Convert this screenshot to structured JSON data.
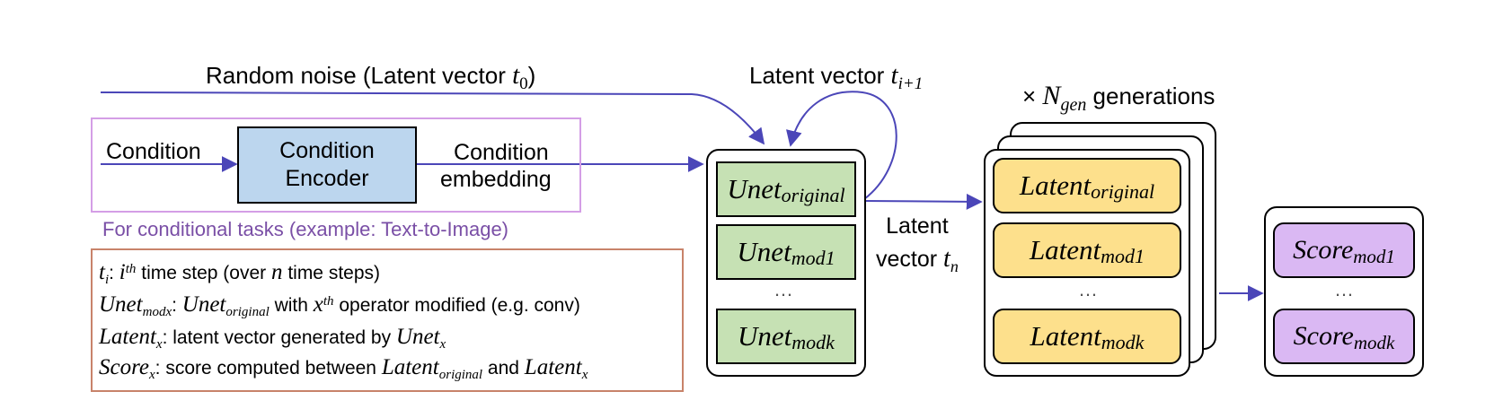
{
  "random_noise": {
    "label": "Random noise (Latent vector ",
    "var": "t",
    "sub": "0",
    "close": ")"
  },
  "latent_next": {
    "label": "Latent vector ",
    "var": "t",
    "sub": "i+1"
  },
  "generations": {
    "prefix": "×",
    "var": "N",
    "sub": "gen",
    "suffix": " generations"
  },
  "condition": "Condition",
  "encoder": {
    "line1": "Condition",
    "line2": "Encoder"
  },
  "embedding": {
    "line1": "Condition",
    "line2": "embedding"
  },
  "conditional_note": "For conditional tasks (example: Text-to-Image)",
  "latent_tn": {
    "line1": "Latent",
    "line2": "vector ",
    "var": "t",
    "sub": "n"
  },
  "unet": {
    "base": "Unet",
    "items": [
      {
        "sub": "original"
      },
      {
        "sub": "mod1"
      },
      {
        "sub": "modk"
      }
    ],
    "ellipsis": "…"
  },
  "latent": {
    "base": "Latent",
    "items": [
      {
        "sub": "original"
      },
      {
        "sub": "mod1"
      },
      {
        "sub": "modk"
      }
    ],
    "ellipsis": "…"
  },
  "score": {
    "base": "Score",
    "items": [
      {
        "sub": "mod1"
      },
      {
        "sub": "modk"
      }
    ],
    "ellipsis": "…"
  },
  "legend": {
    "l1": {
      "v": "t",
      "vsub": "i",
      "colon": ": ",
      "v2": "i",
      "v2sup": "th",
      "text": " time step (over ",
      "n": "n",
      "text2": " time steps)"
    },
    "l2": {
      "v": "Unet",
      "vsub": "modx",
      "colon": ": ",
      "v2": "Unet",
      "v2sub": "original",
      "text": " with ",
      "x": "x",
      "xsup": "th",
      "text2": " operator modified (e.g. conv)"
    },
    "l3": {
      "v": "Latent",
      "vsub": "x",
      "text": ": latent vector generated by ",
      "v2": "Unet",
      "v2sub": "x"
    },
    "l4": {
      "v": "Score",
      "vsub": "x",
      "text": ": score computed between ",
      "v2": "Latent",
      "v2sub": "original",
      "and": " and ",
      "v3": "Latent",
      "v3sub": "x"
    }
  },
  "colors": {
    "arrow": "#4b46b8",
    "green": "#c6e1b4",
    "yellow": "#fde08c",
    "purple": "#dab8f3",
    "encoder": "#bcd6ee",
    "condition_frame": "#d49ee6",
    "note_text": "#7a4fa6",
    "legend_frame": "#c8836a"
  }
}
